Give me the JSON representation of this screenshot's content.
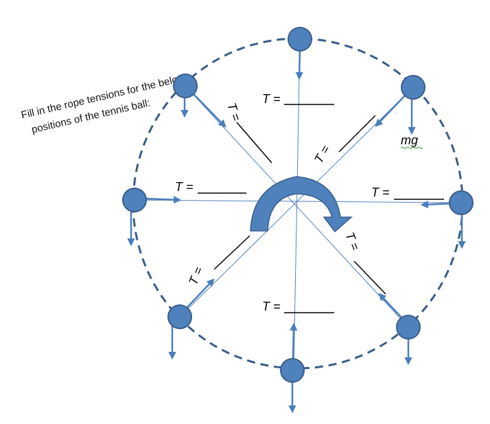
{
  "instruction": {
    "line1": "Fill in the rope tensions for the below",
    "line2": "positions  of the tennis ball:"
  },
  "tension_label": "T =",
  "gravity_label": "mg",
  "colors": {
    "ball": "#4f81bd",
    "ball_outline": "#385d8a",
    "rope": "#4f81bd",
    "arrow": "#4a7ebb",
    "rotation_arrow": "#4f81bd",
    "path": "#385d8a",
    "blank_line": "#000000",
    "squiggle": "#3a9a3a"
  },
  "positions": [
    {
      "name": "top"
    },
    {
      "name": "upper-right"
    },
    {
      "name": "right"
    },
    {
      "name": "lower-right"
    },
    {
      "name": "bottom"
    },
    {
      "name": "lower-left"
    },
    {
      "name": "left"
    },
    {
      "name": "upper-left"
    }
  ],
  "rotation": {
    "direction": "clockwise",
    "icon": "curved-arrow-icon"
  }
}
